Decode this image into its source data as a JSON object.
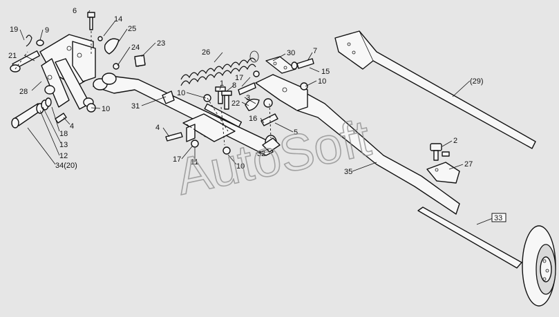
{
  "watermark": "AutoSoft",
  "callouts": [
    {
      "id": "c6",
      "text": "6"
    },
    {
      "id": "c14",
      "text": "14"
    },
    {
      "id": "c19",
      "text": "19"
    },
    {
      "id": "c9",
      "text": "9"
    },
    {
      "id": "c25",
      "text": "25"
    },
    {
      "id": "c23",
      "text": "23"
    },
    {
      "id": "c21",
      "text": "21"
    },
    {
      "id": "c24",
      "text": "24"
    },
    {
      "id": "c26",
      "text": "26"
    },
    {
      "id": "c30",
      "text": "30"
    },
    {
      "id": "c7",
      "text": "7"
    },
    {
      "id": "c15",
      "text": "15"
    },
    {
      "id": "c28",
      "text": "28"
    },
    {
      "id": "c10a",
      "text": "10"
    },
    {
      "id": "c31",
      "text": "31"
    },
    {
      "id": "c10b",
      "text": "10"
    },
    {
      "id": "c1",
      "text": "1"
    },
    {
      "id": "c8",
      "text": "8"
    },
    {
      "id": "c17a",
      "text": "17"
    },
    {
      "id": "c10c",
      "text": "10"
    },
    {
      "id": "c3",
      "text": "3"
    },
    {
      "id": "c22",
      "text": "22"
    },
    {
      "id": "c16",
      "text": "16"
    },
    {
      "id": "c4a",
      "text": "4"
    },
    {
      "id": "c18",
      "text": "18"
    },
    {
      "id": "c4b",
      "text": "4"
    },
    {
      "id": "c5",
      "text": "5"
    },
    {
      "id": "c13",
      "text": "13"
    },
    {
      "id": "c17b",
      "text": "17"
    },
    {
      "id": "c11",
      "text": "11"
    },
    {
      "id": "c32",
      "text": "32"
    },
    {
      "id": "c10d",
      "text": "10"
    },
    {
      "id": "c12",
      "text": "12"
    },
    {
      "id": "c34",
      "text": "34(20)"
    },
    {
      "id": "c35",
      "text": "35"
    },
    {
      "id": "c29",
      "text": "(29)"
    },
    {
      "id": "c2",
      "text": "2"
    },
    {
      "id": "c27",
      "text": "27"
    },
    {
      "id": "c33",
      "text": "33"
    }
  ]
}
